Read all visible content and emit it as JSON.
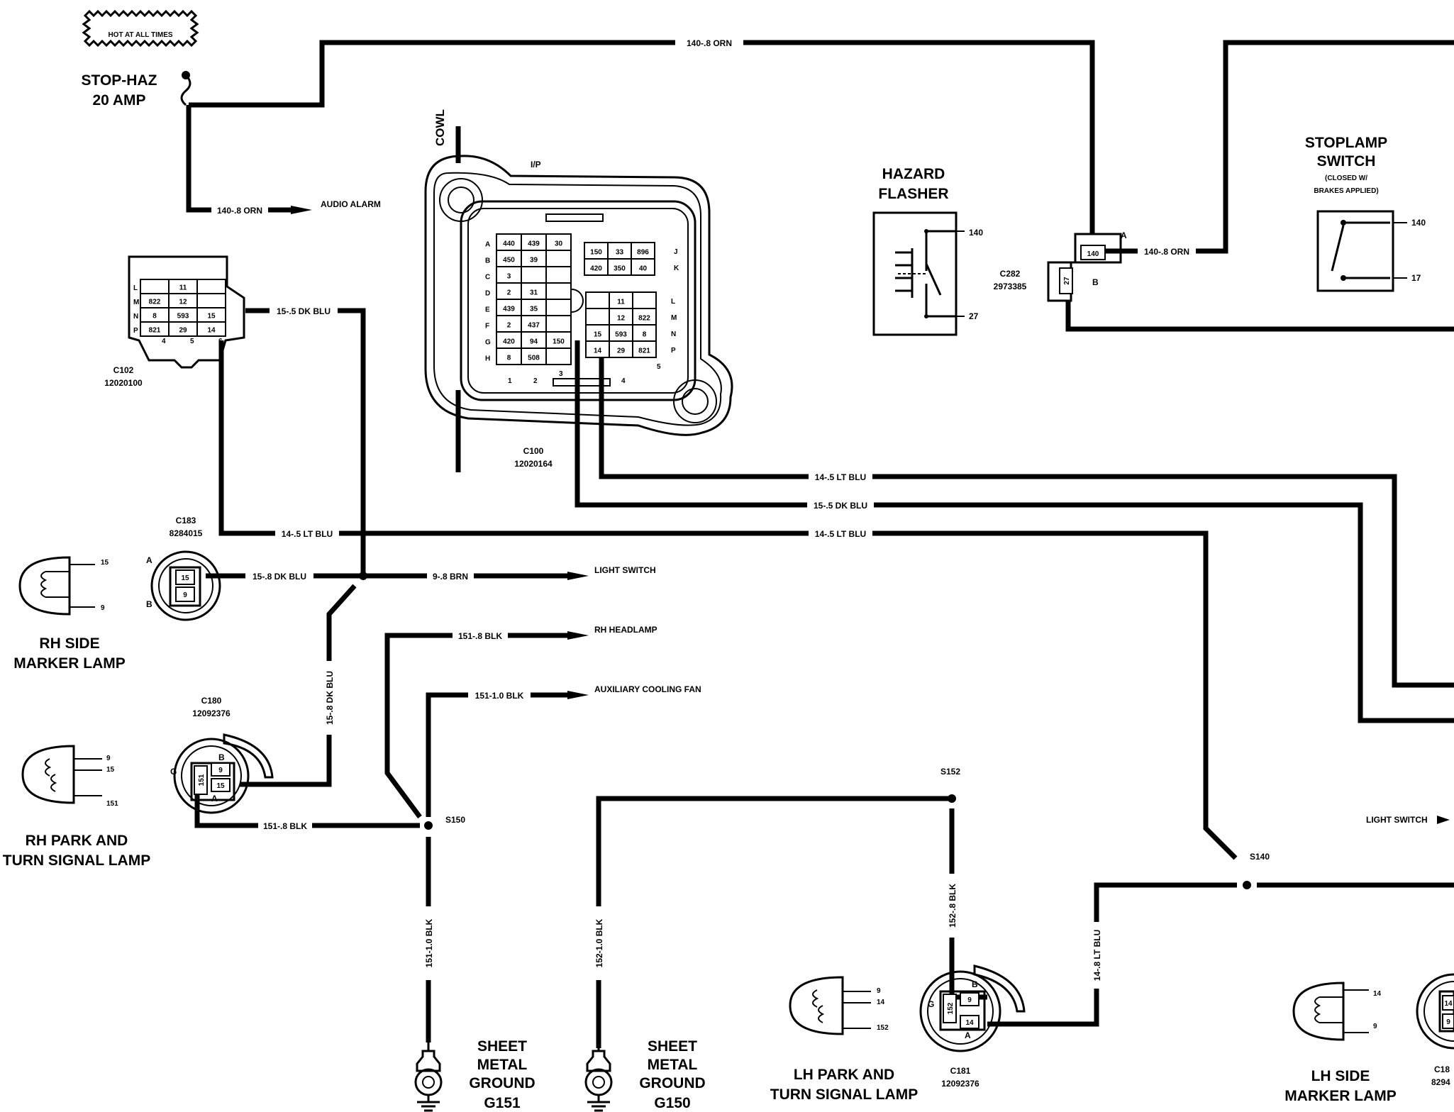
{
  "fuse": {
    "hot_label": "HOT AT ALL TIMES",
    "name_line1": "STOP-HAZ",
    "name_line2": "20 AMP"
  },
  "wires": {
    "orn_top": "140-.8 ORN",
    "orn_audio": "140-.8 ORN",
    "orn_stoplamp": "140-.8 ORN",
    "dkblu_c102": "15-.5 DK BLU",
    "ltblu_c183": "14-.5 LT BLU",
    "dkblu_c183": "15-.8 DK BLU",
    "brn_light": "9-.8 BRN",
    "blk_headlamp": "151-.8 BLK",
    "blk_fan": "151-1.0 BLK",
    "dkblu_vert": "15-.8 DK BLU",
    "blk_c180": "151-.8 BLK",
    "ltblu_upper": "14-.5 LT BLU",
    "dkblu_mid": "15-.5 DK BLU",
    "ltblu_lower": "14-.5 LT BLU",
    "blk_g151": "151-1.0 BLK",
    "blk_g150": "152-1.0 BLK",
    "blk_s152": "152-.8 BLK",
    "ltblu_c181": "14-.8 LT BLU"
  },
  "destinations": {
    "audio_alarm": "AUDIO ALARM",
    "light_switch": "LIGHT SWITCH",
    "rh_headlamp": "RH HEADLAMP",
    "aux_fan": "AUXILIARY COOLING FAN",
    "light_switch_right": "LIGHT SWITCH"
  },
  "c100": {
    "cowl": "COWL",
    "ip": "I/P",
    "name": "C100",
    "part": "12020164",
    "rows": [
      "A",
      "B",
      "C",
      "D",
      "E",
      "F",
      "G",
      "H"
    ],
    "left_grid": [
      [
        "440",
        "439",
        "30"
      ],
      [
        "450",
        "39",
        ""
      ],
      [
        "3",
        "",
        ""
      ],
      [
        "2",
        "31",
        ""
      ],
      [
        "439",
        "35",
        ""
      ],
      [
        "2",
        "437",
        ""
      ],
      [
        "420",
        "94",
        "150"
      ],
      [
        "8",
        "508",
        ""
      ]
    ],
    "right_rows_top": [
      "J",
      "K"
    ],
    "right_top_grid": [
      [
        "150",
        "33",
        "896"
      ],
      [
        "420",
        "350",
        "40"
      ]
    ],
    "right_rows_bottom": [
      "L",
      "M",
      "N",
      "P"
    ],
    "right_bottom_grid": [
      [
        "",
        "11",
        ""
      ],
      [
        "",
        "12",
        "822"
      ],
      [
        "15",
        "593",
        "8"
      ],
      [
        "14",
        "29",
        "821"
      ]
    ],
    "bottom_numbers": [
      "1",
      "2",
      "3",
      "4",
      "5"
    ]
  },
  "c102": {
    "name": "C102",
    "part": "12020100",
    "rows": [
      "L",
      "M",
      "N",
      "P"
    ],
    "grid": [
      [
        "",
        "11",
        ""
      ],
      [
        "822",
        "12",
        ""
      ],
      [
        "8",
        "593",
        "15"
      ],
      [
        "821",
        "29",
        "14"
      ]
    ],
    "bottom": [
      "4",
      "5",
      "6"
    ]
  },
  "hazard_flasher": {
    "line1": "HAZARD",
    "line2": "FLASHER",
    "pin_top": "140",
    "pin_bottom": "27"
  },
  "c282": {
    "name": "C282",
    "part": "2973385",
    "pin_a": "A",
    "pin_b": "B",
    "cav_a": "140",
    "cav_b": "27"
  },
  "stoplamp": {
    "line1": "STOPLAMP",
    "line2": "SWITCH",
    "note1": "(CLOSED W/",
    "note2": "BRAKES APPLIED)",
    "pin_top": "140",
    "pin_bottom": "17"
  },
  "c183": {
    "name": "C183",
    "part": "8284015",
    "pin_a": "A",
    "pin_b": "B",
    "cav_a": "15",
    "cav_b": "9"
  },
  "rh_side_marker": {
    "line1": "RH SIDE",
    "line2": "MARKER LAMP",
    "pin_top": "15",
    "pin_bottom": "9"
  },
  "c180": {
    "name": "C180",
    "part": "12092376",
    "g": "G",
    "b": "B",
    "a": "A",
    "cav_g": "151",
    "cav_b": "9",
    "cav_a": "15"
  },
  "rh_park": {
    "line1": "RH PARK AND",
    "line2": "TURN SIGNAL LAMP",
    "pin1": "9",
    "pin2": "15",
    "pin3": "151"
  },
  "splices": {
    "s150": "S150",
    "s152": "S152",
    "s140": "S140"
  },
  "ground_g151": {
    "l1": "SHEET",
    "l2": "METAL",
    "l3": "GROUND",
    "l4": "G151"
  },
  "ground_g150": {
    "l1": "SHEET",
    "l2": "METAL",
    "l3": "GROUND",
    "l4": "G150"
  },
  "lh_park": {
    "line1": "LH PARK AND",
    "line2": "TURN SIGNAL LAMP",
    "pin1": "9",
    "pin2": "14",
    "pin3": "152"
  },
  "c181": {
    "name": "C181",
    "part": "12092376",
    "g": "G",
    "b": "B",
    "a": "A",
    "cav_g": "152",
    "cav_b": "9",
    "cav_a": "14"
  },
  "lh_side_marker": {
    "line1": "LH SIDE",
    "line2": "MARKER LAMP",
    "pin_top": "14",
    "pin_bottom": "9"
  },
  "c18x_partial": {
    "name": "C18",
    "part": "8294",
    "cav_top": "14",
    "cav_bottom": "9"
  }
}
